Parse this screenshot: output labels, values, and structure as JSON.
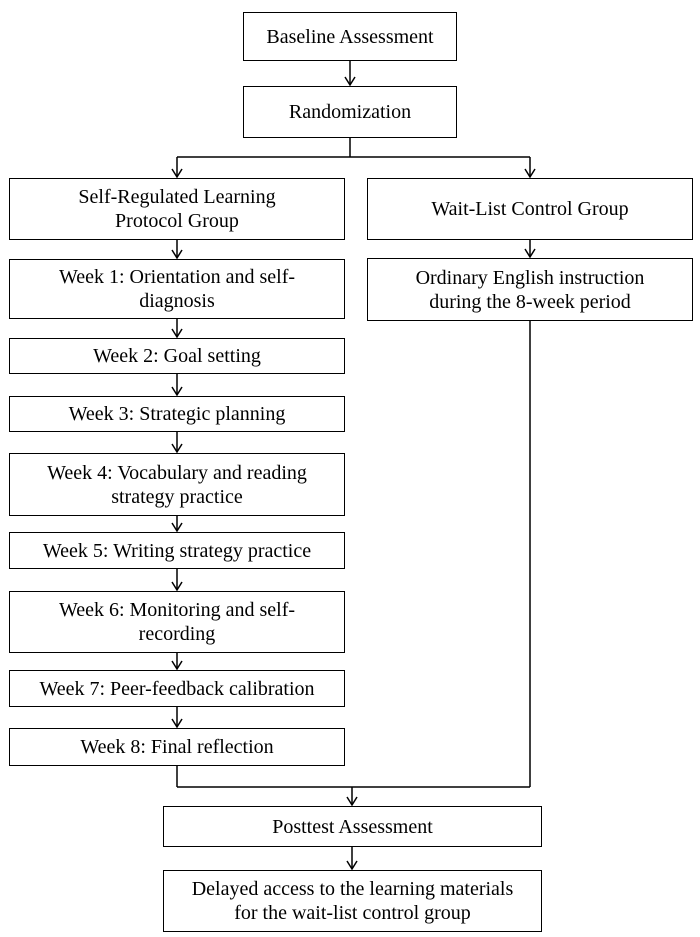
{
  "diagram": {
    "baseline": "Baseline Assessment",
    "randomization": "Randomization",
    "srl_group": "Self-Regulated Learning\nProtocol Group",
    "week1": "Week 1: Orientation and self-\ndiagnosis",
    "week2": "Week 2: Goal setting",
    "week3": "Week 3: Strategic planning",
    "week4": "Week 4: Vocabulary and reading\nstrategy practice",
    "week5": "Week 5: Writing strategy practice",
    "week6": "Week 6: Monitoring and self-\nrecording",
    "week7": "Week 7: Peer-feedback calibration",
    "week8": "Week 8: Final reflection",
    "control_group": "Wait-List Control Group",
    "control_instruction": "Ordinary English instruction\nduring the 8-week period",
    "posttest": "Posttest Assessment",
    "delayed_access": "Delayed access to the learning materials\nfor the wait-list control group"
  }
}
